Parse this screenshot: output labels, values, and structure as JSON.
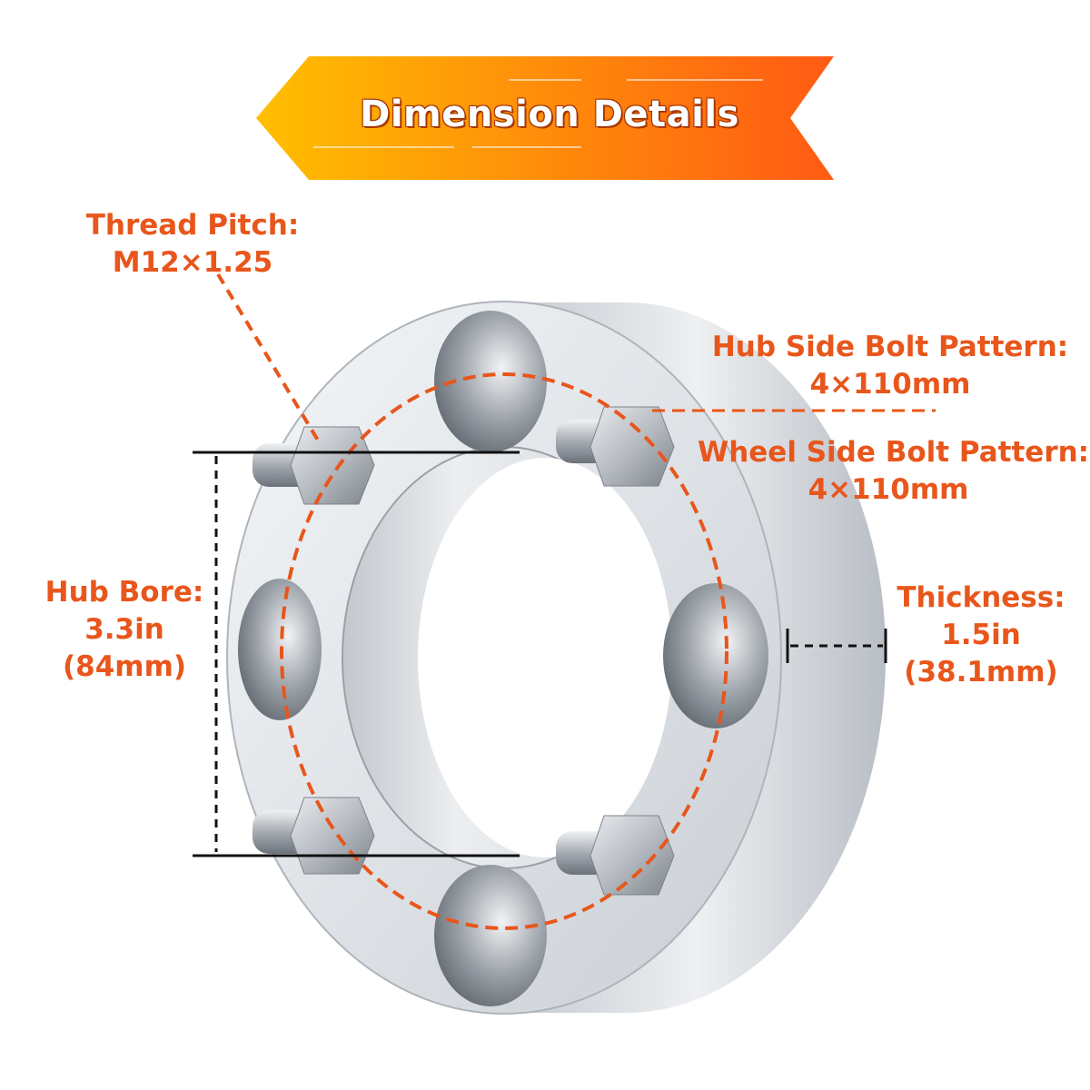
{
  "banner": {
    "title": "Dimension Details",
    "color_start": "#ffb400",
    "color_end": "#ff6a1a"
  },
  "accent_color": "#e8561b",
  "annotations": {
    "thread_pitch": {
      "label": "Thread Pitch:",
      "value": "M12×1.25"
    },
    "hub_side_bolt_pattern": {
      "label": "Hub Side Bolt Pattern:",
      "value": "4×110mm"
    },
    "wheel_side_bolt_pattern": {
      "label": "Wheel Side Bolt Pattern:",
      "value": "4×110mm"
    },
    "hub_bore": {
      "label": "Hub Bore:",
      "value": "3.3in",
      "value_metric": "(84mm)"
    },
    "thickness": {
      "label": "Thickness:",
      "value": "1.5in",
      "value_metric": "(38.1mm)"
    }
  },
  "product": {
    "name": "wheel-spacer",
    "material_color": "#d9dde2",
    "bolt_count": 4,
    "hole_count": 4
  }
}
